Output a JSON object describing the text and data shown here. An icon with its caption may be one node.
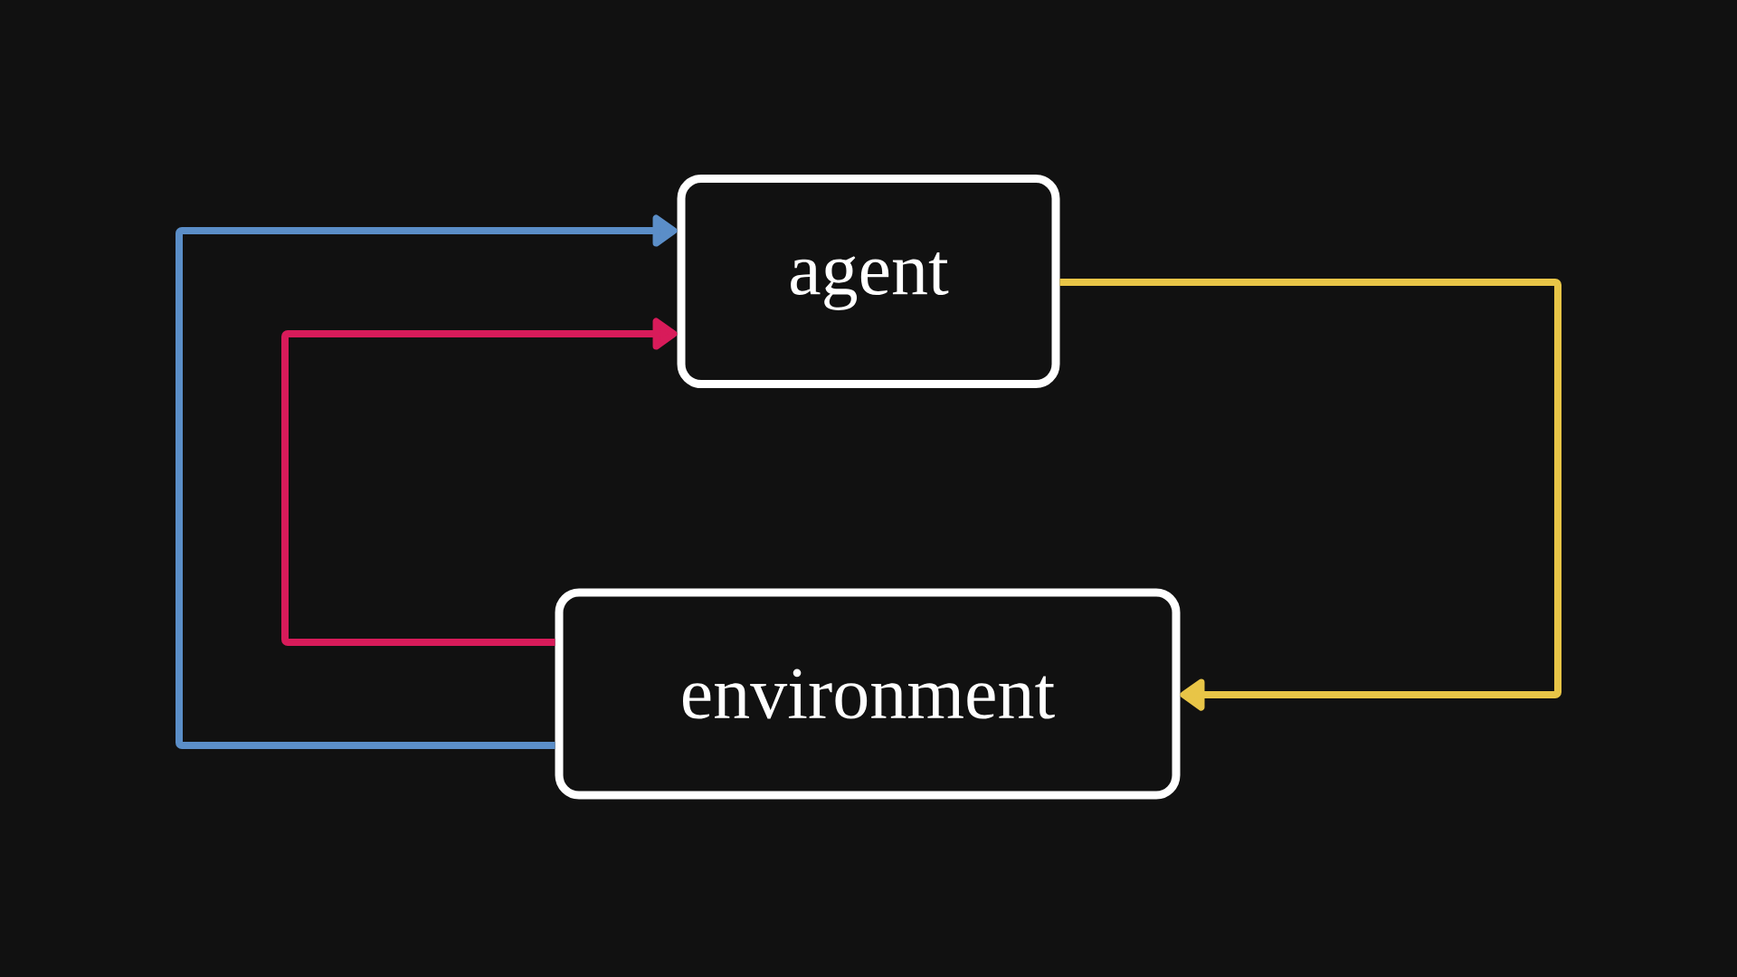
{
  "diagram": {
    "nodes": [
      {
        "text": [
          "agent"
        ]
      },
      {
        "text": [
          "environment"
        ]
      }
    ],
    "edges": [
      {
        "from": 1,
        "to": 0,
        "arrow": "to",
        "color": "#5b8ec8"
      },
      {
        "from": 1,
        "to": 0,
        "arrow": "to",
        "color": "#d81b5a"
      },
      {
        "from": 0,
        "to": 1,
        "arrow": "to",
        "color": "#e8c547"
      }
    ]
  }
}
